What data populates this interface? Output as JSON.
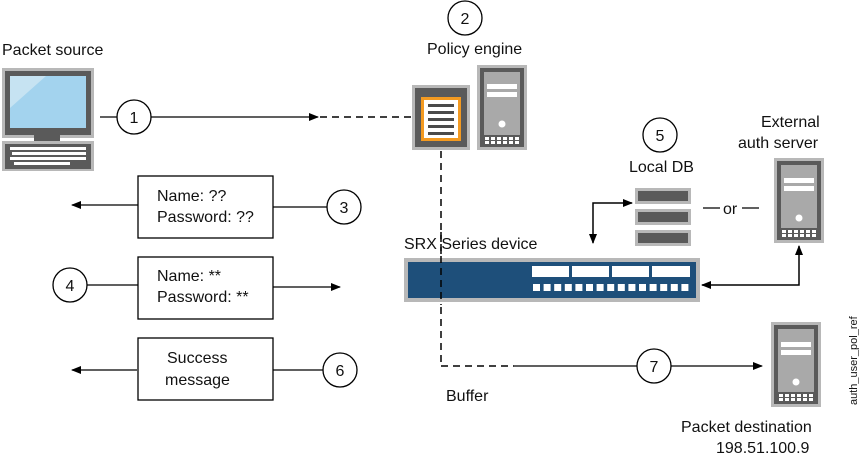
{
  "diagram": {
    "labels": {
      "packet_source": "Packet source",
      "policy_engine": "Policy engine",
      "local_db": "Local DB",
      "external_auth_line1": "External",
      "external_auth_line2": "auth server",
      "or": "or",
      "srx_device": "SRX Series device",
      "buffer": "Buffer",
      "packet_destination": "Packet destination",
      "destination_ip": "198.51.100.9",
      "figure_id": "auth_user_pol_ref"
    },
    "steps": [
      {
        "number": "1"
      },
      {
        "number": "2"
      },
      {
        "number": "3"
      },
      {
        "number": "4"
      },
      {
        "number": "5"
      },
      {
        "number": "6"
      },
      {
        "number": "7"
      }
    ],
    "messages": {
      "prompt": {
        "line1": "Name: ??",
        "line2": "Password: ??"
      },
      "credentials": {
        "line1": "Name: **",
        "line2": "Password: **"
      },
      "success": {
        "line1": "Success",
        "line2": "message"
      }
    },
    "colors": {
      "device_blue": "#1e4f7a",
      "policy_orange": "#f39a21",
      "screen_blue": "#a3d3ee",
      "gray_dark": "#5a5a5a",
      "gray_light": "#b8b8b8"
    }
  }
}
